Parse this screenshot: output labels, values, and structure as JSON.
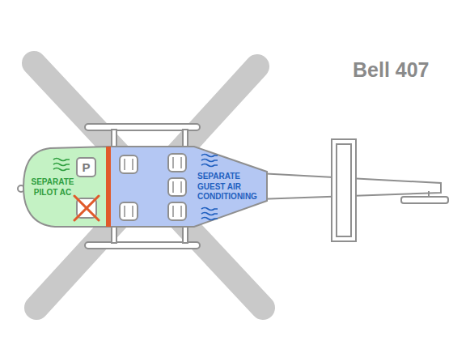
{
  "diagram": {
    "title": "Bell 407",
    "nodes": [
      {
        "text": [
          "SEPARATE PILOT AC"
        ]
      },
      {
        "text": [
          "P"
        ],
        "in": 0
      },
      {
        "text": [
          "SEPARATE GUEST AIR CONDITIONING"
        ]
      }
    ]
  }
}
